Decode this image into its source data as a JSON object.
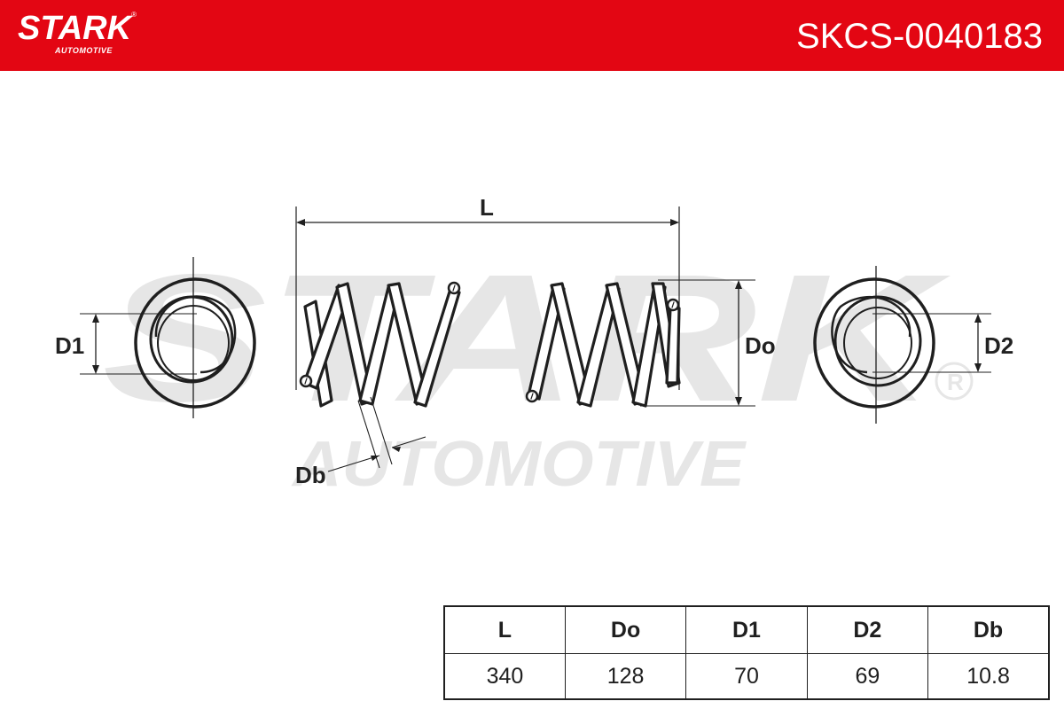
{
  "brand": {
    "name": "STARK",
    "registered": "®",
    "subtitle": "AUTOMOTIVE",
    "accent": "#e30613"
  },
  "header": {
    "part_number": "SKCS-0040183"
  },
  "watermark": {
    "line1": "STARK",
    "line2": "AUTOMOTIVE",
    "registered": "®"
  },
  "diagram": {
    "labels": {
      "L": "L",
      "Do": "Do",
      "D1": "D1",
      "D2": "D2",
      "Db": "Db"
    }
  },
  "table": {
    "headers": [
      "L",
      "Do",
      "D1",
      "D2",
      "Db"
    ],
    "values": [
      "340",
      "128",
      "70",
      "69",
      "10.8"
    ]
  }
}
